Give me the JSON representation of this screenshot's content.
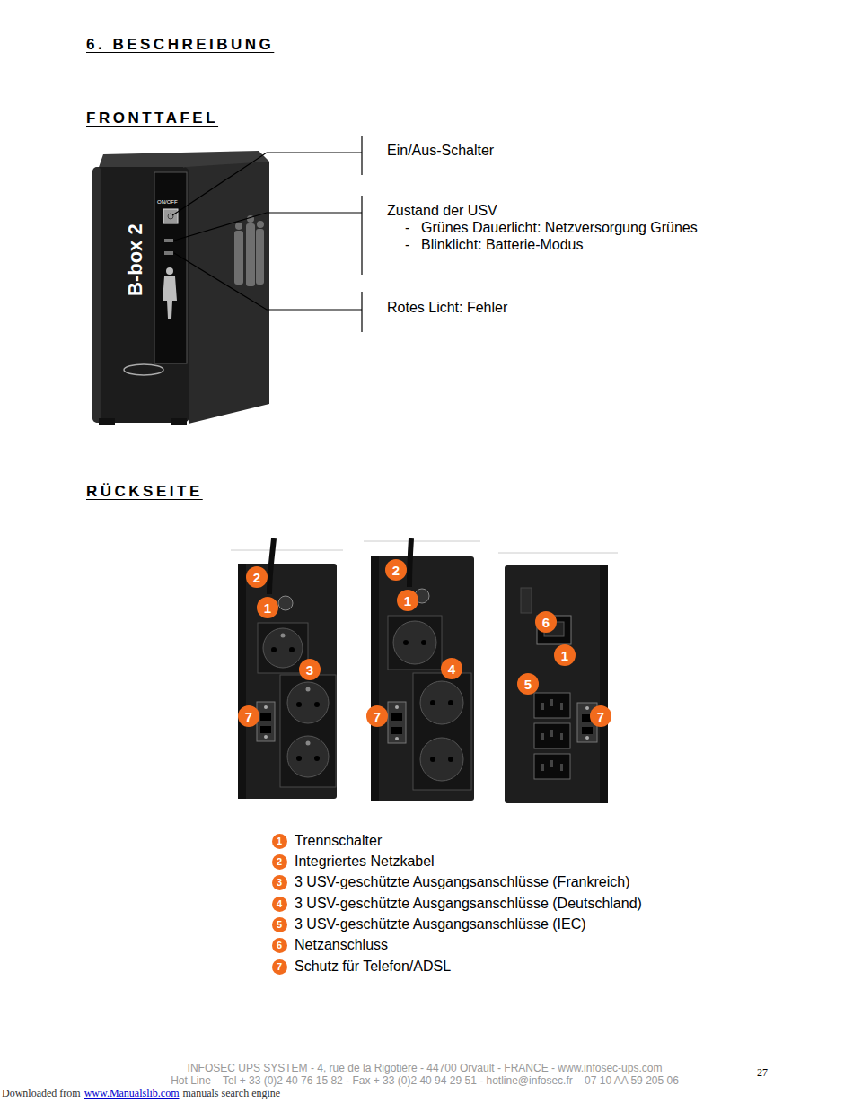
{
  "diagram": {
    "title": "6. BESCHREIBUNG",
    "nodes": [
      {
        "text": [
          "2"
        ]
      },
      {
        "text": [
          "1"
        ]
      },
      {
        "text": [
          "3"
        ]
      },
      {
        "text": [
          "7"
        ]
      },
      {
        "text": [
          "2"
        ]
      },
      {
        "text": [
          "1"
        ]
      },
      {
        "text": [
          "4"
        ]
      },
      {
        "text": [
          "7"
        ]
      },
      {
        "text": [
          "6"
        ]
      },
      {
        "text": [
          "1"
        ]
      },
      {
        "text": [
          "5"
        ]
      },
      {
        "text": [
          "7"
        ]
      },
      {
        "text": [
          "1"
        ]
      },
      {
        "text": [
          "2"
        ]
      },
      {
        "text": [
          "3"
        ]
      },
      {
        "text": [
          "4"
        ]
      },
      {
        "text": [
          "5"
        ]
      },
      {
        "text": [
          "6"
        ]
      },
      {
        "text": [
          "7"
        ]
      }
    ],
    "labels": [
      "FRONTTAFEL",
      "ON/OFF",
      "B-box 2",
      "Ein/Aus-Schalter",
      "Zustand der USV",
      "-",
      "Grünes Dauerlicht: Netzversorgung Grünes",
      "-",
      "Blinklicht: Batterie-Modus",
      "Rotes Licht: Fehler",
      "RÜCKSEITE",
      "Trennschalter",
      "Integriertes Netzkabel",
      "3 USV-geschützte Ausgangsanschlüsse (Frankreich)",
      "3 USV-geschützte Ausgangsanschlüsse (Deutschland)",
      "3 USV-geschützte Ausgangsanschlüsse (IEC)",
      "Netzanschluss",
      "Schutz für Telefon/ADSL",
      "INFOSEC UPS SYSTEM - 4, rue de la Rigotière - 44700 Orvault - FRANCE - www.infosec-ups.com",
      "Hot Line – Tel + 33 (0)2 40 76 15 82 - Fax + 33 (0)2 40 94 29 51 - hotline@infosec.fr – 07 10 AA 59 205 06",
      "27",
      "Downloaded from",
      "www.Manualslib.com",
      "manuals search engine"
    ]
  }
}
